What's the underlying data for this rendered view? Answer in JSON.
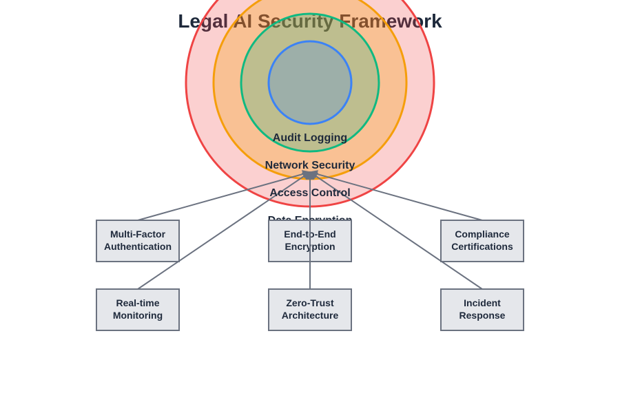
{
  "title": "Legal AI Security Framework",
  "layers": [
    {
      "name": "Data Encryption",
      "stroke": "#ef4444",
      "fill": "#ef4444"
    },
    {
      "name": "Access Control",
      "stroke": "#f59e0b",
      "fill": "#f59e0b"
    },
    {
      "name": "Network Security",
      "stroke": "#10b981",
      "fill": "#10b981"
    },
    {
      "name": "Audit Logging",
      "stroke": "#3b82f6",
      "fill": "#3b82f6"
    }
  ],
  "components": [
    {
      "line1": "Multi-Factor",
      "line2": "Authentication"
    },
    {
      "line1": "End-to-End",
      "line2": "Encryption"
    },
    {
      "line1": "Compliance",
      "line2": "Certifications"
    },
    {
      "line1": "Real-time",
      "line2": "Monitoring"
    },
    {
      "line1": "Zero-Trust",
      "line2": "Architecture"
    },
    {
      "line1": "Incident",
      "line2": "Response"
    }
  ]
}
